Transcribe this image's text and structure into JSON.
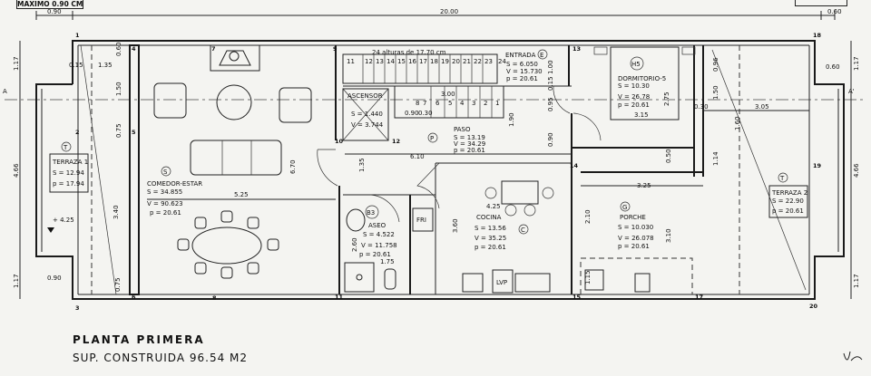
{
  "header": {
    "note": "MAXIMO 0.90 CM"
  },
  "footer": {
    "title": "PLANTA PRIMERA",
    "subtitle": "SUP. CONSTRUIDA 96.54 M2"
  },
  "rooms": {
    "terraza1": {
      "code": "T",
      "name": "TERRAZA 1",
      "s": "S = 12.94",
      "p": "p = 17.94"
    },
    "comedor": {
      "code": "S",
      "name": "COMEDOR-ESTAR",
      "s": "S = 34.855",
      "v": "V = 90.623",
      "p": "p = 20.61"
    },
    "ascensor": {
      "name": "ASCENSOR",
      "s": "S = 1.440",
      "v": "V = 3.744"
    },
    "entrada": {
      "code": "E",
      "name": "ENTRADA",
      "s": "S = 6.050",
      "v": "V = 15.730",
      "p": "p = 20.61"
    },
    "paso": {
      "code": "P",
      "name": "PASO",
      "s": "S = 13.19",
      "v": "V = 34.29",
      "p": "p = 20.61"
    },
    "dormitorio": {
      "code": "H5",
      "name": "DORMITORIO-5",
      "s": "S = 10.30",
      "v": "V = 26.78",
      "p": "p = 20.61"
    },
    "aseo": {
      "code": "B3",
      "name": "ASEO",
      "s": "S = 4.522",
      "v": "V = 11.758",
      "p": "p = 20.61"
    },
    "cocina": {
      "code": "C",
      "name": "COCINA",
      "s": "S = 13.56",
      "v": "V = 35.25",
      "p": "p = 20.61"
    },
    "porche": {
      "code": "G",
      "name": "PORCHE",
      "s": "S = 10.030",
      "v": "V = 26.078",
      "p": "p = 20.61"
    },
    "terraza2": {
      "code": "T",
      "name": "TERRAZA 2",
      "s": "S = 22.90",
      "p": "p = 20.61"
    }
  },
  "stairs": {
    "note": "24 alturas de 17.70 cm",
    "upper": [
      "11",
      "12",
      "13",
      "14",
      "15",
      "16",
      "17",
      "18",
      "19",
      "20",
      "21",
      "22",
      "23",
      "24"
    ],
    "lower": [
      "8",
      "7",
      "6",
      "5",
      "4",
      "3",
      "2",
      "1"
    ]
  },
  "fixtures": {
    "fridge": "FRI",
    "dishwasher": "LVP"
  },
  "dims": {
    "top_left": "0.90",
    "total": "20.00",
    "top_right": "0.60",
    "l_117_top": "1.17",
    "l_466": "4.66",
    "l_117_bot": "1.17",
    "d_015": "0.15",
    "d_135": "1.35",
    "d_060": "0.60",
    "d_150": "1.50",
    "d_075": "0.75",
    "d_670": "6.70",
    "d_340": "3.40",
    "d_525": "5.25",
    "level": "+ 4.25",
    "d_090_bot": "0.90",
    "d_075_bot": "0.75",
    "st_300": "3.00",
    "st_090": "0.90",
    "st_030": "0.30",
    "d_610": "6.10",
    "d_135b": "1.35",
    "d_190": "1.90",
    "e_100": "1.00",
    "e_015": "0.15",
    "e_095": "0.95",
    "e_090": "0.90",
    "h_275": "2.75",
    "h_315": "3.15",
    "h_096": "0.96",
    "h_150": "1.50",
    "h_030": "0.30",
    "h_305": "3.05",
    "h_160": "1.60",
    "h_114": "1.14",
    "h_050": "0.50",
    "g_325": "3.25",
    "c_425": "4.25",
    "c_360": "3.60",
    "g_210": "2.10",
    "g_310": "3.10",
    "g_115": "1.15",
    "b_175": "1.75",
    "b_260": "2.60",
    "r_060": "0.60",
    "r_117_top": "1.17",
    "r_466": "4.66",
    "r_117_bot": "1.17"
  },
  "nodes": [
    "1",
    "2",
    "3",
    "4",
    "5",
    "6",
    "7",
    "8",
    "9",
    "10",
    "11",
    "12",
    "13",
    "14",
    "15",
    "17",
    "18",
    "19",
    "20"
  ],
  "markers": {
    "axis_left": "A",
    "axis_right": "A'"
  }
}
